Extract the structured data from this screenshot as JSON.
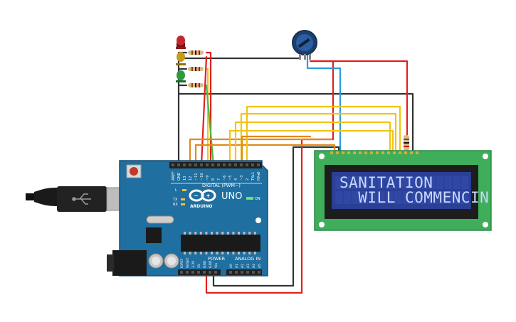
{
  "board": {
    "brand": "ARDUINO",
    "model": "UNO",
    "digital_header_label": "DIGITAL (PWM~)",
    "power_label": "POWER",
    "analog_label": "ANALOG IN",
    "on_label": "ON",
    "tx_label": "TX",
    "rx_label": "RX",
    "l_label": "L",
    "digital_pins": [
      "AREF",
      "GND",
      "13",
      "12",
      "~11",
      "~10",
      "~9",
      "8",
      "7",
      "~6",
      "~5",
      "4",
      "~3",
      "2",
      "TX▸1",
      "RX◂0"
    ],
    "power_pins": [
      "IOREF",
      "RESET",
      "3.3V",
      "5V",
      "GND",
      "GND",
      "Vin"
    ],
    "analog_pins": [
      "A0",
      "A1",
      "A2",
      "A3",
      "A4",
      "A5"
    ]
  },
  "lcd": {
    "line1": "SANITATION",
    "line2": "  WILL COMMENCIN"
  },
  "components": {
    "leds": [
      "red-led",
      "yellow-led",
      "green-led"
    ],
    "potentiometer": "potentiometer",
    "usb": "usb-cable"
  },
  "colors": {
    "board": "#1f6fa0",
    "lcd_pcb": "#3fae5a",
    "lcd_screen": "#2a3f96",
    "wire_red": "#e0201f",
    "wire_black": "#333333",
    "wire_yellow": "#f2c414",
    "wire_orange": "#e08a1a",
    "wire_blue": "#2b9be0",
    "wire_green": "#4cb848"
  }
}
